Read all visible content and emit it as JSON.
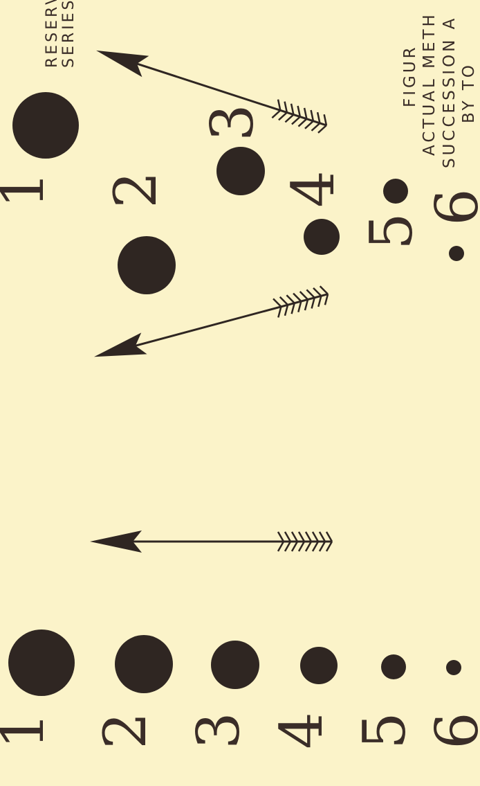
{
  "figure": {
    "caption_lines": [
      "FIGUR",
      "ACTUAL METH",
      "SUCCESSION A",
      "BY TO"
    ],
    "reserve_series_lines": [
      "RESERVE",
      "SERIES"
    ]
  },
  "chart_data": {
    "type": "diagram",
    "series": [
      {
        "items": [
          {
            "label": "1",
            "size_rank": 1
          },
          {
            "label": "2",
            "size_rank": 2
          },
          {
            "label": "3",
            "size_rank": 3
          },
          {
            "label": "4",
            "size_rank": 4
          },
          {
            "label": "5",
            "size_rank": 5
          },
          {
            "label": "6",
            "size_rank": 6
          }
        ]
      },
      {
        "items": [
          {
            "label": "1",
            "size_rank": 1
          },
          {
            "label": "2",
            "size_rank": 2
          },
          {
            "label": "3",
            "size_rank": 3
          },
          {
            "label": "4",
            "size_rank": 4
          },
          {
            "label": "5",
            "size_rank": 5
          },
          {
            "label": "6",
            "size_rank": 6
          }
        ]
      }
    ],
    "arrows": 3
  },
  "colors": {
    "background": "#fbf3c9",
    "ink": "#2f2622"
  }
}
